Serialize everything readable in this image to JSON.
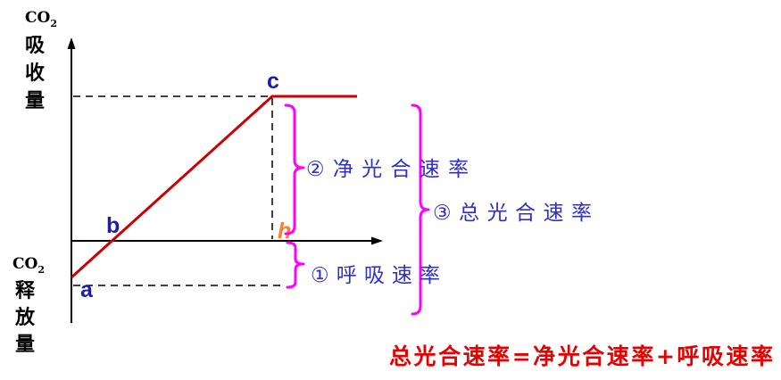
{
  "axis_labels": {
    "positive": {
      "co": "CO",
      "sub": "2",
      "chars": [
        "吸",
        "收",
        "量"
      ]
    },
    "negative": {
      "co": "CO",
      "sub": "2",
      "chars": [
        "释",
        "放",
        "量"
      ]
    }
  },
  "points": {
    "a": "a",
    "b": "b",
    "c": "c",
    "h": "h"
  },
  "annotations": {
    "net": "②净光合速率",
    "respiration": "①呼吸速率",
    "total": "③总光合速率"
  },
  "formula": "总光合速率=净光合速率+呼吸速率",
  "colors": {
    "axis": "#000000",
    "curve": "#cc0000",
    "brace": "#ff00ff",
    "annotation_text": "#3030c8",
    "point_label": "#1c1cb0",
    "point_h": "#ff7f27",
    "formula": "#e60000"
  }
}
